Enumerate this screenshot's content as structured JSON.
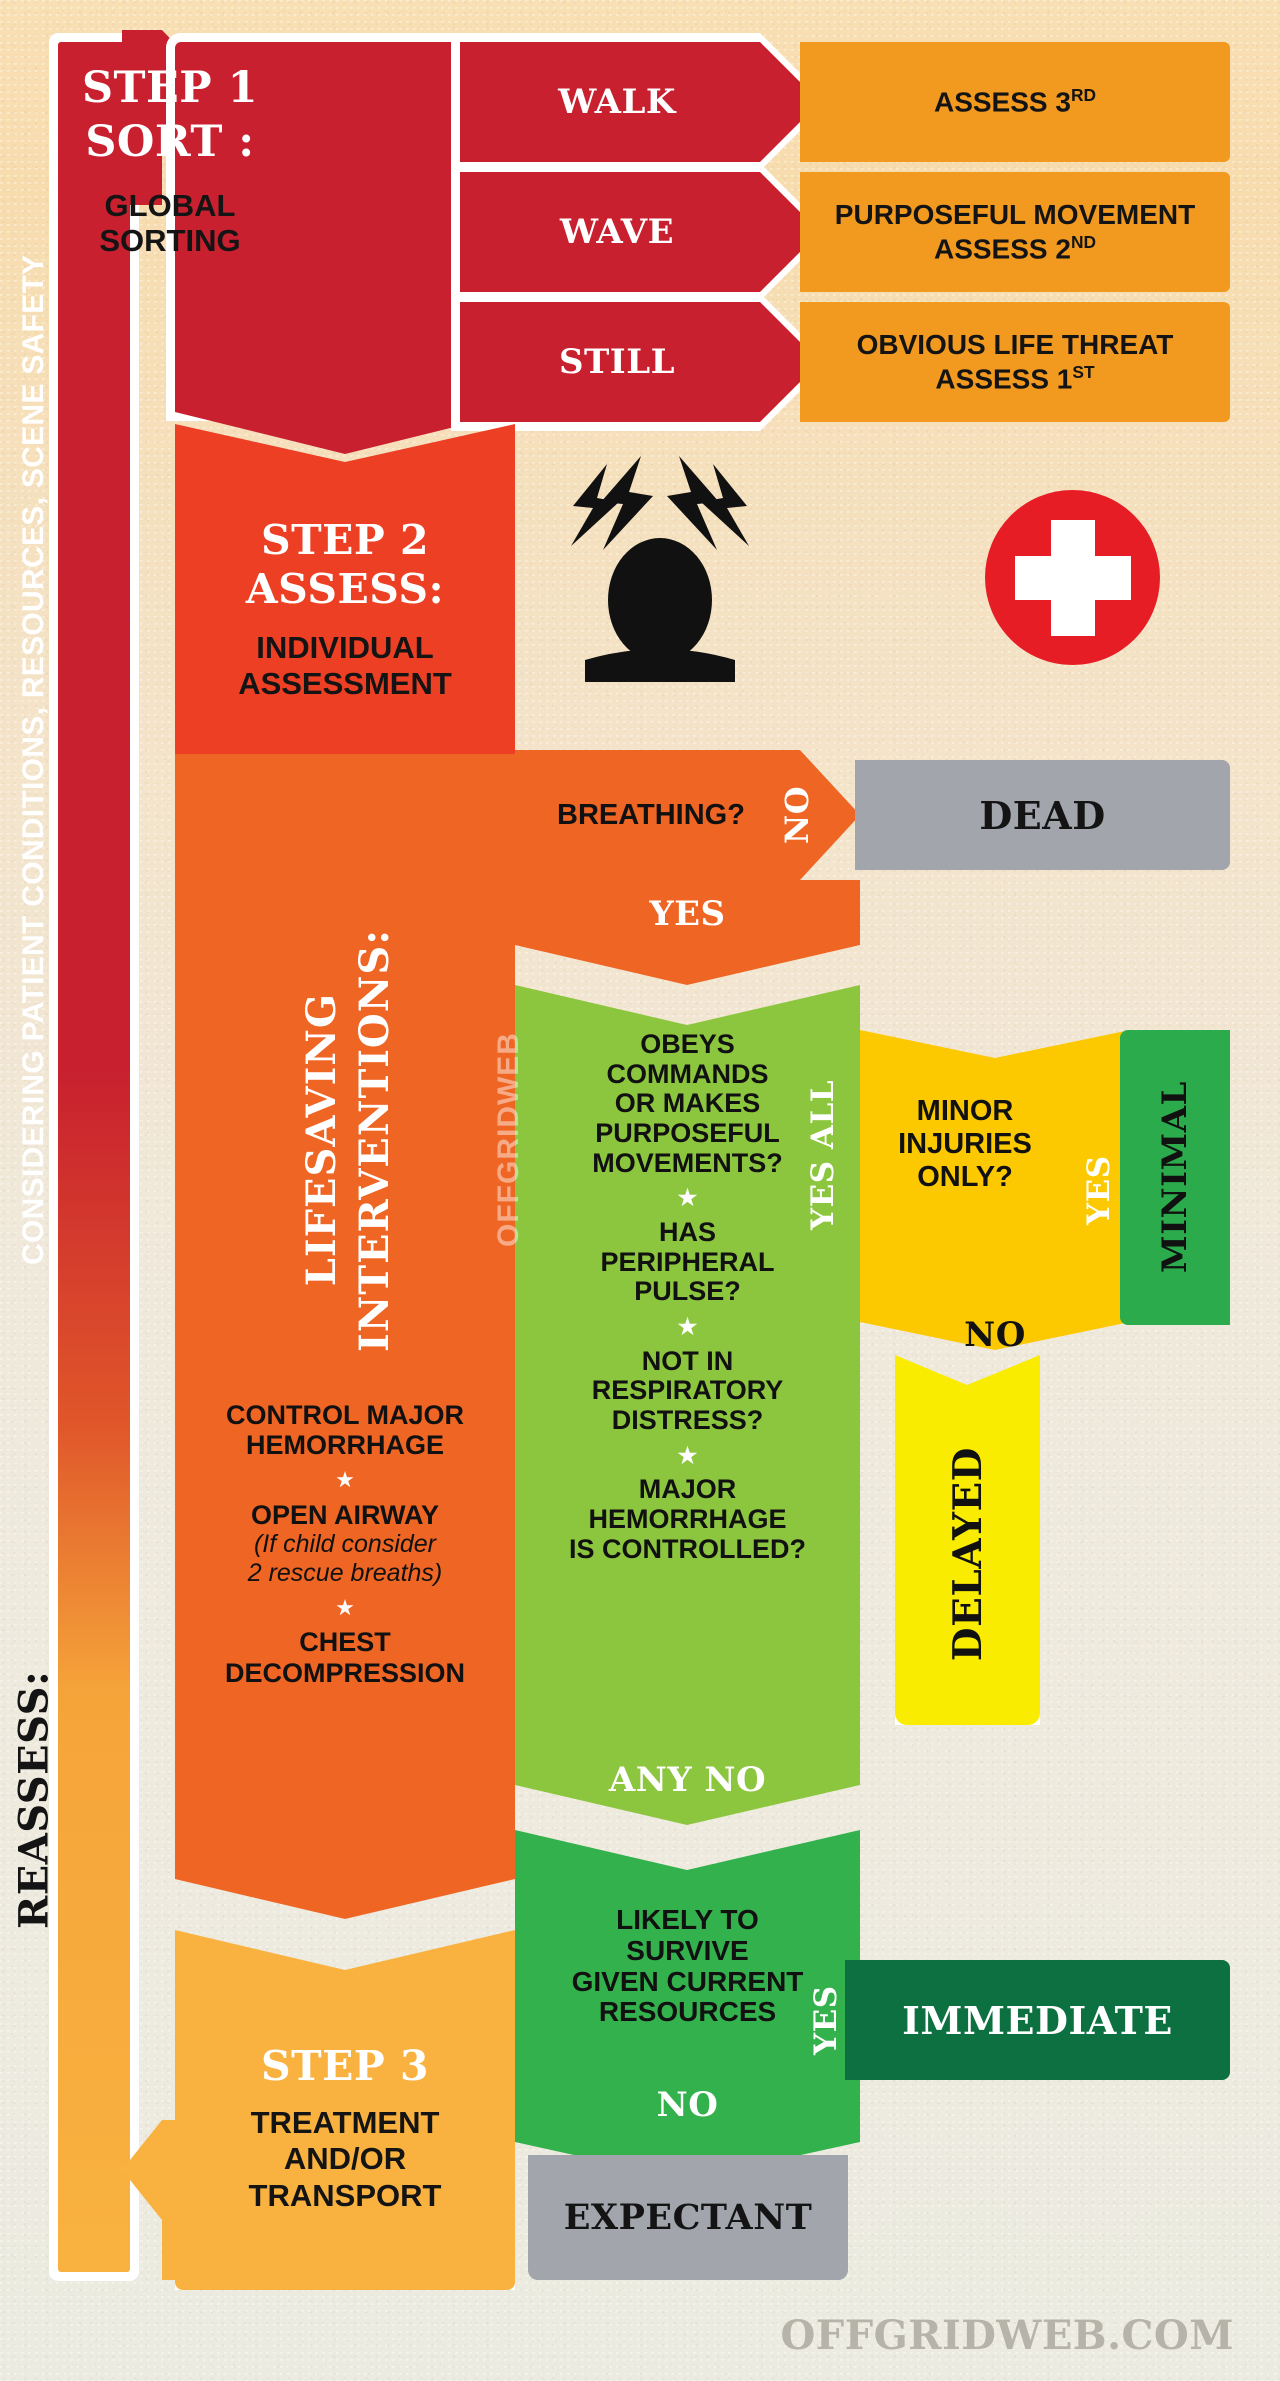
{
  "left_bar": {
    "top_label": "CONSIDERING PATIENT CONDITIONS, RESOURCES, SCENE SAFETY",
    "bottom_label": "REASSESS:",
    "color_top": "#c8202f",
    "color_bottom": "#f9b23f"
  },
  "step1": {
    "title": "STEP 1",
    "subtitle": "SORT :",
    "body": "GLOBAL\nSORTING",
    "body_line1": "GLOBAL",
    "body_line2": "SORTING",
    "color": "#c8202f",
    "branches": [
      {
        "label": "WALK",
        "result_line1": "ASSESS 3",
        "result_sup": "RD",
        "result_line2": ""
      },
      {
        "label": "WAVE",
        "result_line1": "PURPOSEFUL MOVEMENT",
        "result_line2": "ASSESS 2",
        "result_sup2": "ND"
      },
      {
        "label": "STILL",
        "result_line1": "OBVIOUS LIFE THREAT",
        "result_line2": "ASSESS 1",
        "result_sup2": "ST"
      }
    ],
    "branch_color": "#c8202f",
    "result_color": "#f2991f"
  },
  "step2": {
    "title": "STEP 2",
    "subtitle": "ASSESS:",
    "body_line1": "INDIVIDUAL",
    "body_line2": "ASSESSMENT",
    "color": "#ec3f23",
    "icons": [
      "shock-head-icon",
      "medical-cross-icon"
    ]
  },
  "step3": {
    "title": "STEP 3",
    "body_line1": "TREATMENT",
    "body_line2": "AND/OR",
    "body_line3": "TRANSPORT",
    "color": "#f9b23f"
  },
  "lifesaving": {
    "title_line1": "LIFESAVING",
    "title_line2": "INTERVENTIONS:",
    "items": [
      "CONTROL MAJOR HEMORRHAGE",
      "OPEN AIRWAY",
      "CHEST DECOMPRESSION"
    ],
    "note": "(If child consider\n2 rescue breaths)",
    "note_line1": "(If child consider",
    "note_line2": "2 rescue breaths)",
    "item1_line1": "CONTROL MAJOR",
    "item1_line2": "HEMORRHAGE",
    "item2": "OPEN AIRWAY",
    "item3_line1": "CHEST",
    "item3_line2": "DECOMPRESSION",
    "bullet": "★",
    "color": "#ee6524"
  },
  "breathing": {
    "question": "BREATHING?",
    "no_label": "NO",
    "no_result": "DEAD",
    "yes_label": "YES",
    "question_color": "#ee6524",
    "dead_color": "#a2a5ac"
  },
  "assessment_green": {
    "q1_line1": "OBEYS",
    "q1_line2": "COMMANDS",
    "q1_line3": "OR MAKES",
    "q1_line4": "PURPOSEFUL",
    "q1_line5": "MOVEMENTS?",
    "q2_line1": "HAS",
    "q2_line2": "PERIPHERAL",
    "q2_line3": "PULSE?",
    "q3_line1": "NOT IN",
    "q3_line2": "RESPIRATORY",
    "q3_line3": "DISTRESS?",
    "q4_line1": "MAJOR",
    "q4_line2": "HEMORRHAGE",
    "q4_line3": "IS CONTROLLED?",
    "bullet": "★",
    "yes_all_label": "YES ALL",
    "any_no_label": "ANY NO",
    "color": "#8cc63e"
  },
  "minor_injuries": {
    "q_line1": "MINOR",
    "q_line2": "INJURIES",
    "q_line3": "ONLY?",
    "yes_label": "YES",
    "no_label": "NO",
    "yes_result": "MINIMAL",
    "no_result": "DELAYED",
    "box_color": "#fcc800",
    "minimal_color": "#2bab4b",
    "delayed_color": "#f9ec00"
  },
  "survive": {
    "q_line1": "LIKELY TO",
    "q_line2": "SURVIVE",
    "q_line3": "GIVEN CURRENT",
    "q_line4": "RESOURCES",
    "yes_label": "YES",
    "no_label": "NO",
    "yes_result": "IMMEDIATE",
    "no_result": "EXPECTANT",
    "color": "#33b14c",
    "immediate_color": "#0c7040",
    "expectant_color": "#a2a5ac"
  },
  "watermark": "OFFGRIDWEB",
  "footer_logo": "OFFGRIDWEB.COM"
}
